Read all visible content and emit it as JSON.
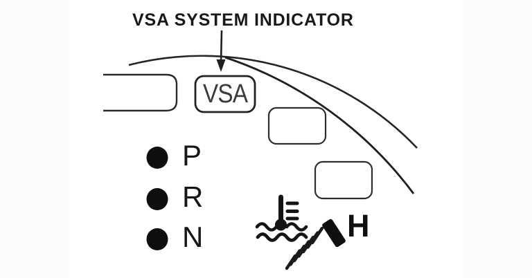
{
  "diagram": {
    "title": "VSA SYSTEM INDICATOR",
    "vsa_box": {
      "label": "VSA"
    },
    "gear_position_indicators": [
      {
        "label": "P"
      },
      {
        "label": "R"
      },
      {
        "label": "N"
      }
    ],
    "warning_icons": [
      {
        "name": "coolant-temperature-icon"
      },
      {
        "name": "headlight-beam-icon",
        "label": "H"
      }
    ],
    "empty_indicator_boxes": 3,
    "colors": {
      "ink": "#1f1f1f",
      "dot_fill": "#0e0e0e",
      "paper": "#ffffff",
      "page_background": "#fbfbfc"
    }
  }
}
